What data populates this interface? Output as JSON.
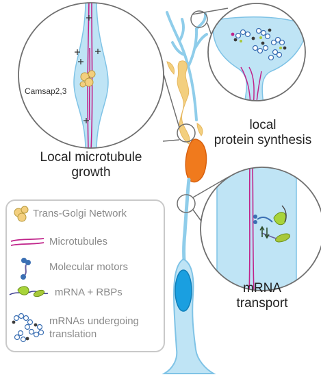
{
  "labels": {
    "camsap": "Camsap2,3",
    "microtubule_growth": [
      "Local microtubule",
      "growth"
    ],
    "protein_synthesis": [
      "local",
      "protein synthesis"
    ],
    "mrna_transport": [
      "mRNA",
      "transport"
    ]
  },
  "legend": {
    "items": [
      {
        "label": [
          "Trans-Golgi Network"
        ]
      },
      {
        "label": [
          "Microtubules"
        ]
      },
      {
        "label": [
          "Molecular motors"
        ]
      },
      {
        "label": [
          "mRNA + RBPs"
        ]
      },
      {
        "label": [
          "mRNAs undergoing",
          "translation"
        ]
      }
    ]
  },
  "colors": {
    "cell": "#bfe4f5",
    "cell_outline": "#7fc3e6",
    "microtubule": "#c0238a",
    "golgi": "#f3cf7e",
    "soma": "#f07a1d",
    "nucleus": "#1a9fe0",
    "motor": "#3b6fb3",
    "rbp": "#a8c83a",
    "callout_outline": "#6f6f6f"
  }
}
